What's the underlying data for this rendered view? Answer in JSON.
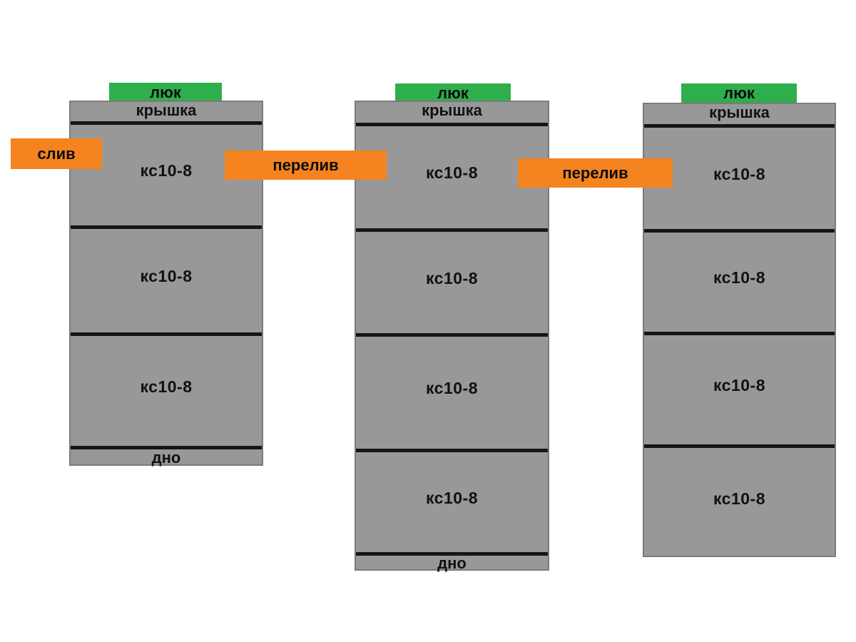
{
  "diagram": {
    "colors": {
      "tank_gray": "#989898",
      "tank_border": "#7b7b7b",
      "joint_line": "#151515",
      "hatch_green": "#2fae4c",
      "pipe_orange": "#f5831f",
      "text": "#111111",
      "background": "#ffffff"
    },
    "tanks": [
      {
        "hatch_label": "люк",
        "lid_label": "крышка",
        "rings": [
          "кс10-8",
          "кс10-8",
          "кс10-8"
        ],
        "bottom_label": "дно"
      },
      {
        "hatch_label": "люк",
        "lid_label": "крышка",
        "rings": [
          "кс10-8",
          "кс10-8",
          "кс10-8",
          "кс10-8"
        ],
        "bottom_label": "дно"
      },
      {
        "hatch_label": "люк",
        "lid_label": "крышка",
        "rings": [
          "кс10-8",
          "кс10-8",
          "кс10-8",
          "кс10-8"
        ]
      }
    ],
    "connectors": {
      "drain": {
        "label": "слив"
      },
      "overflow_1": {
        "label": "перелив"
      },
      "overflow_2": {
        "label": "перелив"
      }
    }
  }
}
